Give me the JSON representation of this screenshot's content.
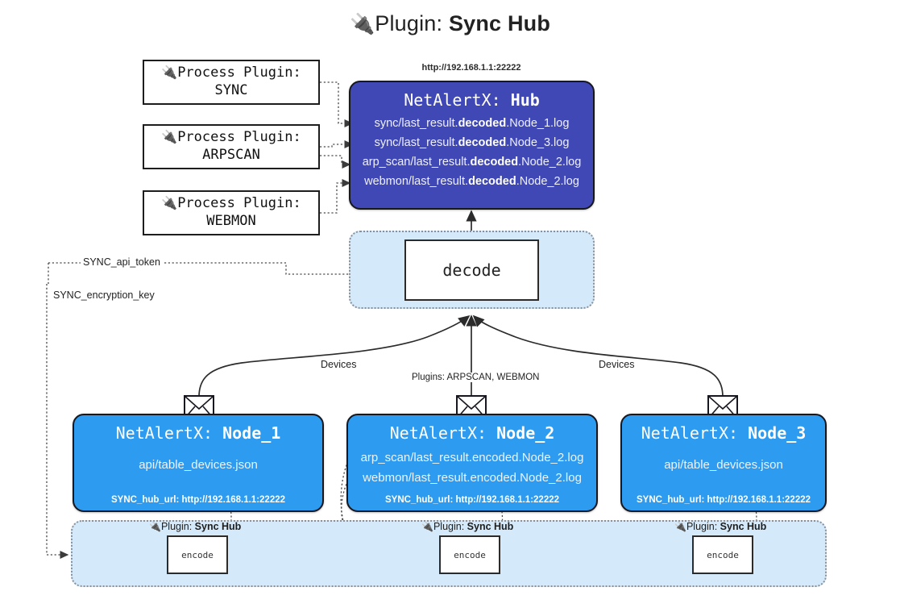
{
  "title": {
    "icon": "plug-icon",
    "icon_glyph": "🔌",
    "prefix": "Plugin: ",
    "name": "Sync Hub"
  },
  "colors": {
    "hub_fill": "#4048b5",
    "node_fill": "#2d9bef",
    "panel_fill": "#d4e9f9",
    "box_stroke": "#1d1d1d",
    "page_bg": "#ffffff"
  },
  "process_plugins": [
    {
      "icon_glyph": "🔌",
      "line1": "Process Plugin:",
      "line2": "SYNC"
    },
    {
      "icon_glyph": "🔌",
      "line1": "Process Plugin:",
      "line2": "ARPSCAN"
    },
    {
      "icon_glyph": "🔌",
      "line1": "Process Plugin:",
      "line2": "WEBMON"
    }
  ],
  "hub": {
    "url": "http://192.168.1.1:22222",
    "title_prefix": "NetAlertX: ",
    "title_name": "Hub",
    "logs": [
      {
        "pre": "sync/last_result.",
        "bold": "decoded",
        "post": ".Node_1.log"
      },
      {
        "pre": "sync/last_result.",
        "bold": "decoded",
        "post": ".Node_3.log"
      },
      {
        "pre": "arp_scan/last_result.",
        "bold": "decoded",
        "post": ".Node_2.log"
      },
      {
        "pre": "webmon/last_result.",
        "bold": "decoded",
        "post": ".Node_2.log"
      }
    ]
  },
  "decode": {
    "label": "decode"
  },
  "settings": {
    "api_token": "SYNC_api_token",
    "encryption_key": "SYNC_encryption_key"
  },
  "edge_labels": {
    "devices_left": "Devices",
    "devices_right": "Devices",
    "plugins_middle": "Plugins: ARPSCAN, WEBMON"
  },
  "nodes": [
    {
      "title_prefix": "NetAlertX: ",
      "title_name": "Node_1",
      "lines": [
        "api/table_devices.json"
      ],
      "hub_url_label": "SYNC_hub_url: http://192.168.1.1:22222",
      "envelope_icon": "envelope-icon"
    },
    {
      "title_prefix": "NetAlertX: ",
      "title_name": "Node_2",
      "lines": [
        "arp_scan/last_result.encoded.Node_2.log",
        "webmon/last_result.encoded.Node_2.log"
      ],
      "hub_url_label": "SYNC_hub_url: http://192.168.1.1:22222",
      "envelope_icon": "envelope-icon"
    },
    {
      "title_prefix": "NetAlertX: ",
      "title_name": "Node_3",
      "lines": [
        "api/table_devices.json"
      ],
      "hub_url_label": "SYNC_hub_url: http://192.168.1.1:22222",
      "envelope_icon": "envelope-icon"
    }
  ],
  "encoders": [
    {
      "plug_glyph": "🔌",
      "tag_prefix": "Plugin: ",
      "tag_name": "Sync Hub",
      "label": "encode"
    },
    {
      "plug_glyph": "🔌",
      "tag_prefix": "Plugin: ",
      "tag_name": "Sync Hub",
      "label": "encode"
    },
    {
      "plug_glyph": "🔌",
      "tag_prefix": "Plugin: ",
      "tag_name": "Sync Hub",
      "label": "encode"
    }
  ]
}
